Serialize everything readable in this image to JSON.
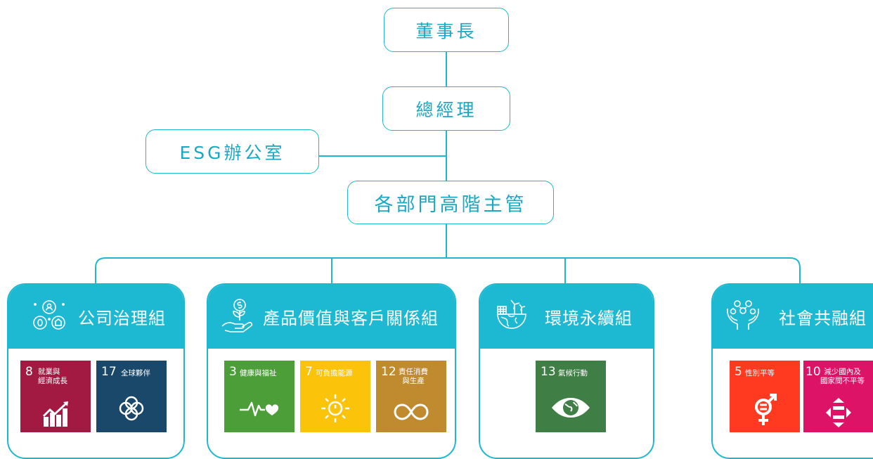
{
  "top_nodes": {
    "chairman": "董事長",
    "general_manager": "總經理",
    "esg_office": "ESG辦公室",
    "dept_heads": "各部門高階主管"
  },
  "groups": [
    {
      "title": "公司治理組",
      "icon": "people-network-icon",
      "goals": [
        {
          "number": "8",
          "label": "就業與\n經濟成長",
          "color": "#a21942",
          "icon": "growth-chart-icon"
        },
        {
          "number": "17",
          "label": "全球夥伴",
          "color": "#19486a",
          "icon": "partnership-rings-icon"
        }
      ]
    },
    {
      "title": "產品價值與客戶關係組",
      "icon": "money-plant-hand-icon",
      "goals": [
        {
          "number": "3",
          "label": "健康與福祉",
          "color": "#4c9f38",
          "icon": "heartbeat-icon"
        },
        {
          "number": "7",
          "label": "可負擔能源",
          "color": "#fcc30b",
          "icon": "sun-power-icon"
        },
        {
          "number": "12",
          "label": "責任消費\n與生產",
          "color": "#bf8b2e",
          "icon": "infinity-icon"
        }
      ]
    },
    {
      "title": "環境永續組",
      "icon": "earth-turbine-icon",
      "goals": [
        {
          "number": "13",
          "label": "氣候行動",
          "color": "#3f7e44",
          "icon": "eye-globe-icon"
        }
      ]
    },
    {
      "title": "社會共融組",
      "icon": "community-hands-icon",
      "goals": [
        {
          "number": "5",
          "label": "性別平等",
          "color": "#ff3a21",
          "icon": "gender-equality-icon"
        },
        {
          "number": "10",
          "label": "減少國內及\n國家間不平等",
          "color": "#dd1367",
          "icon": "equality-arrows-icon"
        }
      ]
    }
  ]
}
